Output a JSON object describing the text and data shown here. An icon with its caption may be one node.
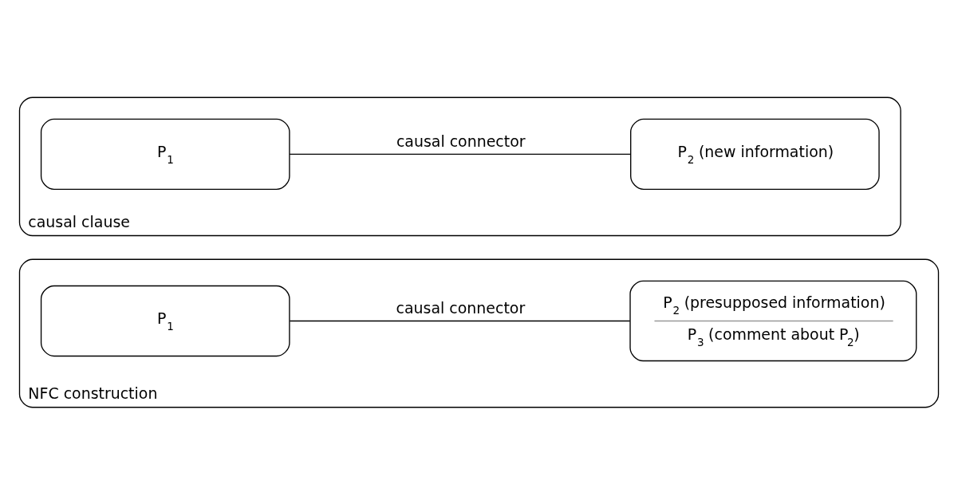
{
  "diagram": {
    "nodes": [
      {
        "text": [
          "causal clause"
        ]
      },
      {
        "text": [
          "P$_{1}$"
        ],
        "in": 0
      },
      {
        "text": [
          "P$_{2}$ (new information)"
        ],
        "in": 0
      },
      {
        "text": [
          "NFC construction"
        ]
      },
      {
        "text": [
          "P$_{1}$"
        ],
        "in": 3
      },
      {
        "text": [
          "P$_{2}$ (presupposed information)",
          "P$_{3}$ (comment about P$_{2}$)"
        ],
        "in": 3
      }
    ],
    "edges": [
      {
        "from": 1,
        "to": 2,
        "arrow": "none",
        "label": "causal connector"
      },
      {
        "from": 4,
        "to": 5,
        "arrow": "none",
        "label": "causal connector"
      }
    ]
  }
}
